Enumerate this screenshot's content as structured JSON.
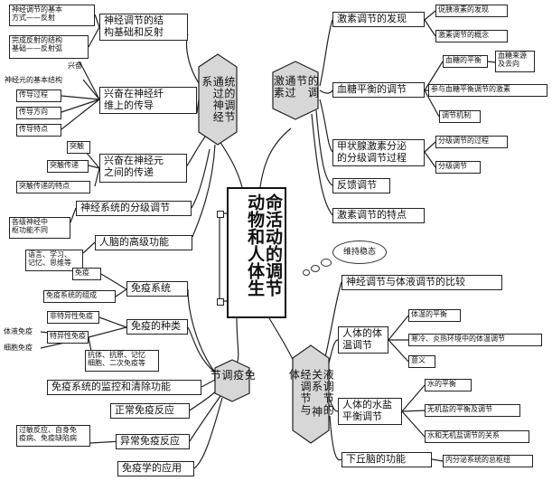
{
  "center": {
    "text": "命活动的调节\n动物和人体生"
  },
  "hubs": {
    "nerve": "统的调节\n通过神经系",
    "hormone": "的调节\n通过激素",
    "immune": "免疫\n调节",
    "fluid": "液调节的关系\n神经调节与体"
  },
  "cloud": "维持稳态",
  "left": {
    "structure_title": "神经调节的结\n构基础和反射",
    "basic_mode": "神经调节的基本\n方式——反射",
    "reflex_arc": "完成反射的结构\n基础——反射弧",
    "excitation": "兴奋",
    "neuron_structure": "神经元的基本结构",
    "fiber_title": "兴奋在神经纤\n维上的传导",
    "conduction_process": "传导过程",
    "conduction_direction": "传导方向",
    "conduction_feature": "传导特点",
    "synapse_title": "兴奋在神经元\n之间的传递",
    "synapse": "突触",
    "synapse_transmission": "突触传递",
    "transmission_feature": "突触传递的特点",
    "hierarchy": "神经系统的分级调节",
    "centers": "各级神经中\n枢功能不同",
    "brain": "人脑的高级功能",
    "brain_functions": "语言、学习、\n记忆、思维等",
    "immune_system": "免疫系统",
    "immune": "免疫",
    "immune_composition": "免疫系统的组成",
    "immune_types": "免疫的种类",
    "nonspecific": "非特异性免疫",
    "specific": "特异性免疫",
    "humoral": "体液免疫",
    "cellular": "细胞免疫",
    "antibody": "抗体、抗原、记忆\n细胞、二次免疫等",
    "monitor": "免疫系统的监控和清除功能",
    "normal_response": "正常免疫反应",
    "abnormal_response": "异常免疫反应",
    "disorders": "过敏反应、自身免\n疫病、免疫缺陷病",
    "applications": "免疫学的应用"
  },
  "right": {
    "discovery": "激素调节的发现",
    "secretin": "促胰液素的发现",
    "concept": "激素调节的概念",
    "glucose_title": "血糖平衡的调节",
    "glucose_balance": "血糖的平衡",
    "glucose_source": "血糖来源\n及去向",
    "glucose_hormones": "参与血糖平衡调节的激素",
    "mechanism": "调节机制",
    "thyroid_title": "甲状腺激素分泌\n的分级调节过程",
    "graded_process": "分级调节的过程",
    "graded": "分级调节",
    "feedback": "反馈调节",
    "features": "激素调节的特点",
    "comparison": "神经调节与体液调节的比较",
    "temp_title": "人体的体\n温调节",
    "temp_balance": "体温的平衡",
    "temp_env": "寒冷、炎热环境中的体温调节",
    "meaning": "意义",
    "water_title": "人体的水盐\n平衡调节",
    "water_balance": "水的平衡",
    "salt_balance": "无机盐的平衡及调节",
    "water_salt_hormones": "水和无机盐调节的关系",
    "hypothalamus": "下丘脑的功能",
    "endocrine": "内分泌系统的总枢纽"
  }
}
